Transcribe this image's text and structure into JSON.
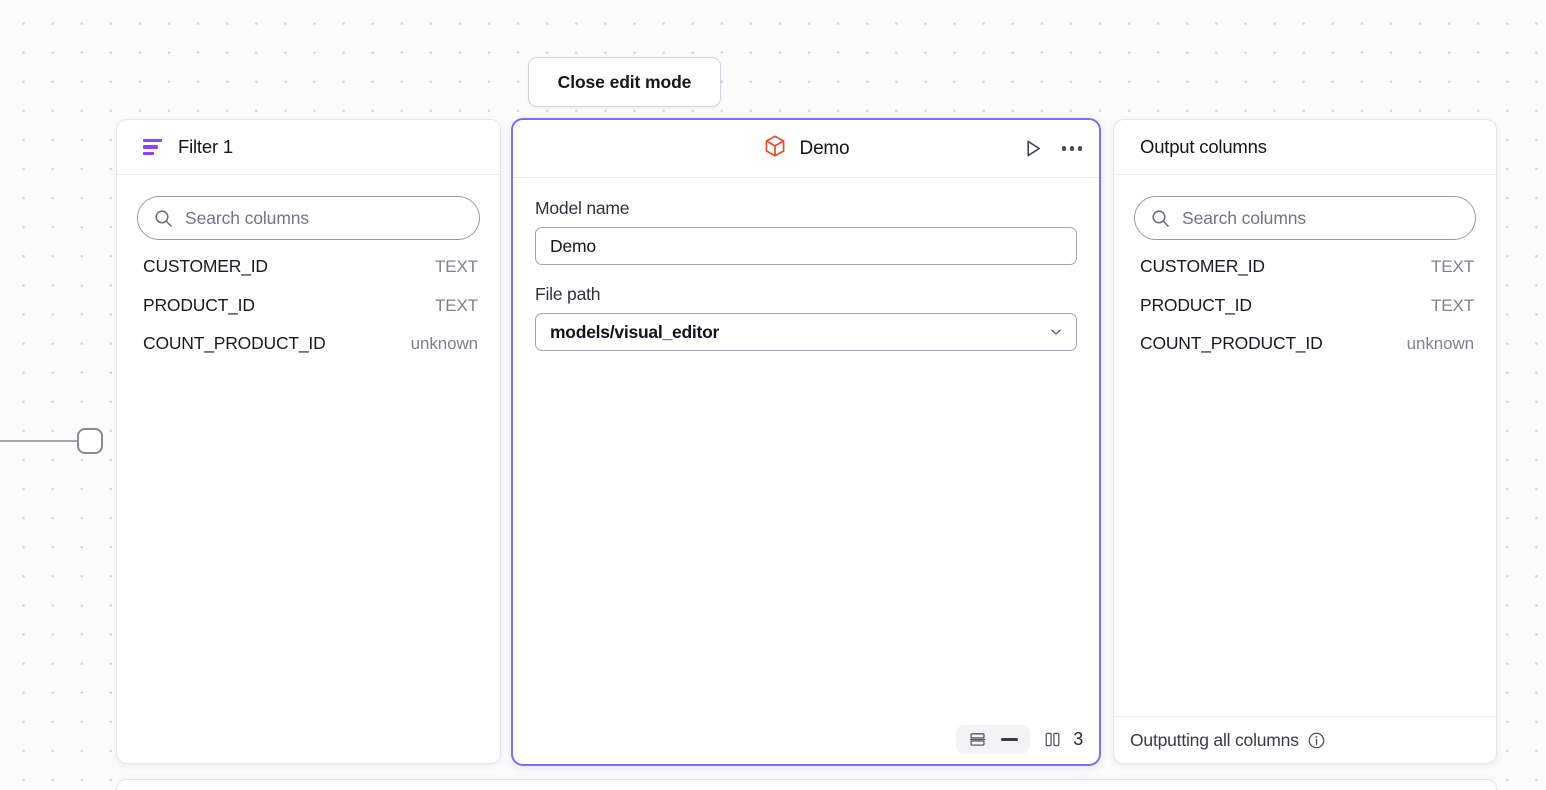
{
  "toolbar": {
    "close_edit_mode_label": "Close edit mode"
  },
  "filter_panel": {
    "title": "Filter 1",
    "icon": "filter-icon",
    "accent_color": "#8b45f0",
    "search": {
      "placeholder": "Search columns",
      "value": "",
      "icon": "search-icon"
    },
    "columns": [
      {
        "name": "CUSTOMER_ID",
        "type": "TEXT"
      },
      {
        "name": "PRODUCT_ID",
        "type": "TEXT"
      },
      {
        "name": "COUNT_PRODUCT_ID",
        "type": "unknown"
      }
    ]
  },
  "model_panel": {
    "title": "Demo",
    "icon": "cube-icon",
    "icon_color": "#ec4a2a",
    "selected_border_color": "#7c6ef6",
    "actions": {
      "run_icon": "play-icon",
      "more_icon": "more-options-icon"
    },
    "fields": {
      "model_name_label": "Model name",
      "model_name_value": "Demo",
      "file_path_label": "File path",
      "file_path_value": "models/visual_editor",
      "file_path_chevron": "chevron-down-icon"
    },
    "footer": {
      "rows_icon": "rows-icon",
      "rows_value": "—",
      "columns_icon": "columns-icon",
      "columns_value": "3"
    }
  },
  "output_panel": {
    "title": "Output columns",
    "search": {
      "placeholder": "Search columns",
      "value": "",
      "icon": "search-icon"
    },
    "columns": [
      {
        "name": "CUSTOMER_ID",
        "type": "TEXT"
      },
      {
        "name": "PRODUCT_ID",
        "type": "TEXT"
      },
      {
        "name": "COUNT_PRODUCT_ID",
        "type": "unknown"
      }
    ],
    "footer": {
      "status_text": "Outputting all columns",
      "info_icon": "info-icon"
    }
  }
}
